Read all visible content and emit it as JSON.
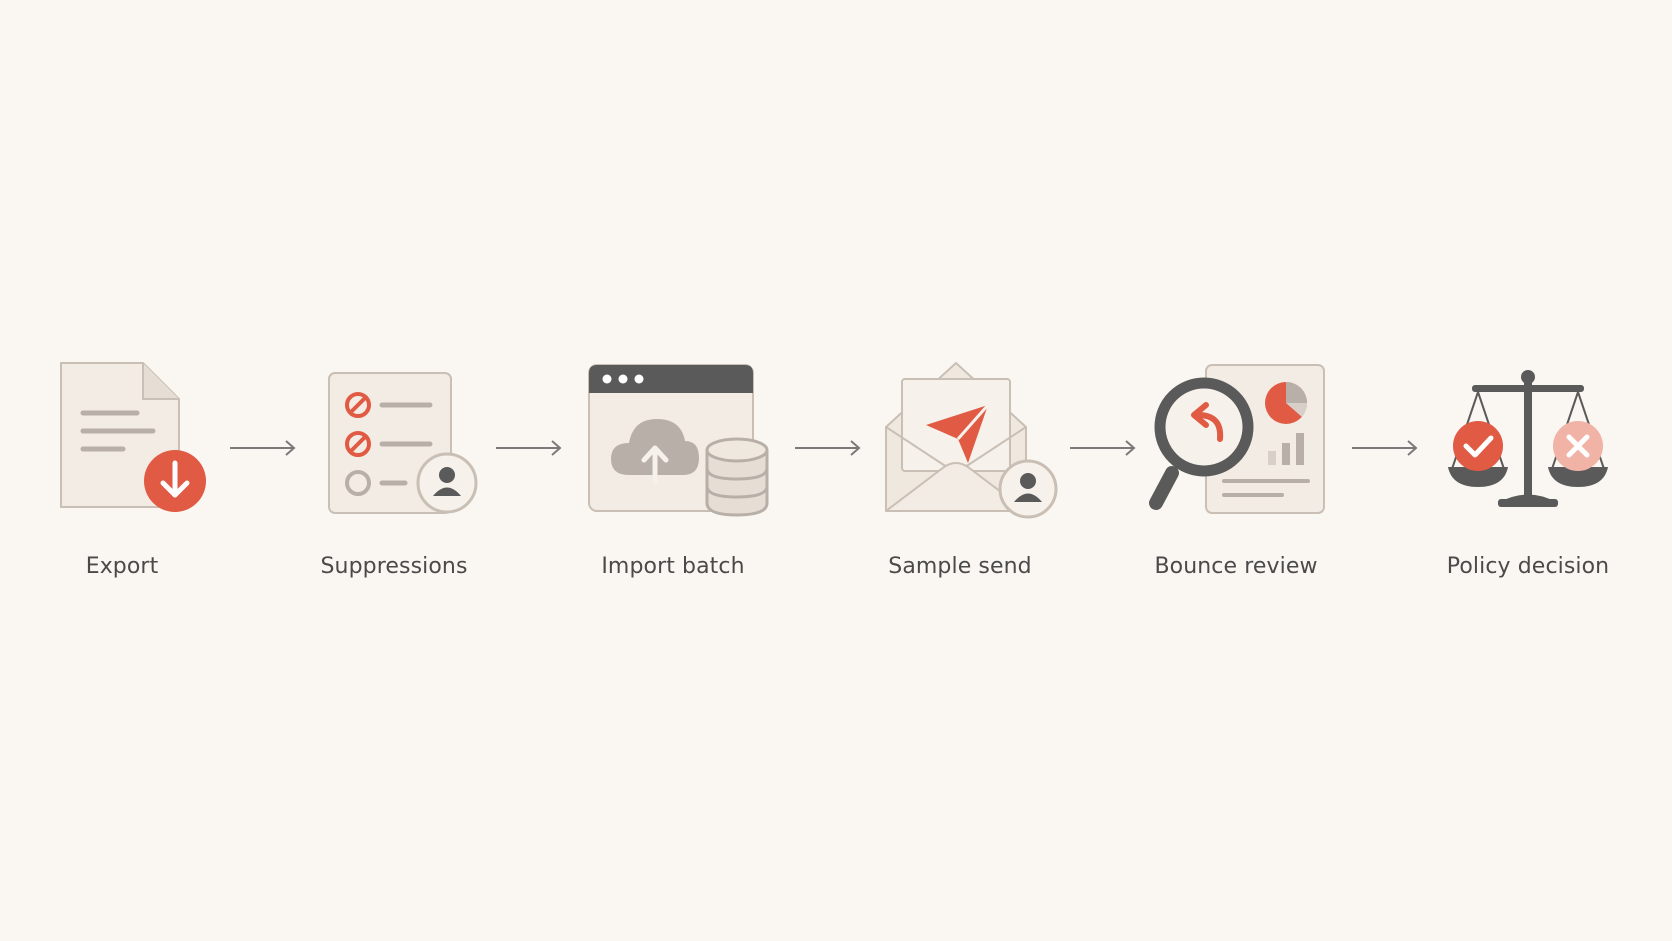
{
  "steps": [
    {
      "label": "Export",
      "icon": "document-download-icon"
    },
    {
      "label": "Suppressions",
      "icon": "suppression-list-icon"
    },
    {
      "label": "Import batch",
      "icon": "cloud-upload-database-icon"
    },
    {
      "label": "Sample send",
      "icon": "envelope-send-icon"
    },
    {
      "label": "Bounce review",
      "icon": "magnifier-report-icon"
    },
    {
      "label": "Policy decision",
      "icon": "balance-scale-icon"
    }
  ],
  "colors": {
    "background": "#faf7f2",
    "accent": "#e05a44",
    "accent_light": "#f2b3a7",
    "dark": "#5a5a5a",
    "outline": "#c9bfb5",
    "paper": "#f3ece4",
    "muted": "#b8b0a8"
  }
}
